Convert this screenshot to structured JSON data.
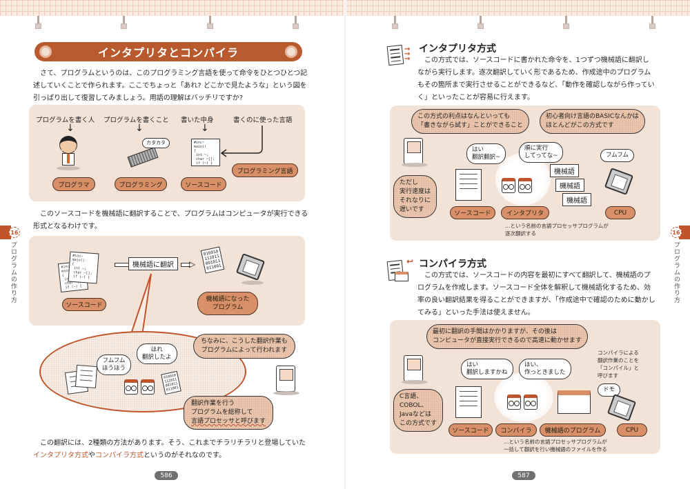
{
  "left_page": {
    "title": "インタプリタとコンパイラ",
    "intro": "さて、プログラムというのは、このプログラミング言語を使って命令をひとつひとつ記述していくことで作られます。ここでちょっと「あれ? どこかで見たような」という図を引っぱり出して復習してみましょう。用語の理解はバッチリですか?",
    "diagram1": {
      "captions": [
        "プログラムを書く人",
        "プログラムを書くこと",
        "書いた中身",
        "書くのに使った言語"
      ],
      "labels": [
        "プログラマ",
        "プログラミング",
        "ソースコード",
        "プログラミング言語"
      ],
      "keyboard_sound": "カタカタ",
      "code_sample": "#inc~\nmain()\n{\n int ~;\n char ~[];\n if (~) {"
    },
    "para2": "このソースコードを機械語に翻訳することで、プログラムはコンピュータが実行できる形式となるわけです。",
    "diagram2": {
      "source_label": "ソースコード",
      "translate_label": "機械語に翻訳",
      "result_label_line1": "機械語になった",
      "result_label_line2": "プログラム",
      "bits": "010010\n111011\n001011\n011001"
    },
    "balloon": {
      "robot1_says_line1": "フムフム",
      "robot1_says_line2": "ほうほう",
      "robot2_says_line1": "ほれ",
      "robot2_says_line2": "翻訳したよ",
      "mac_says_line1": "ちなみに、こうした翻訳作業も",
      "mac_says_line2": "プログラムによって行われます",
      "note_line1": "翻訳作業を行う",
      "note_line2": "プログラムを総称して",
      "note_line3": "言語プロセッサと呼びます"
    },
    "para3_before": "この翻訳には、2種類の方法があります。そう、これまでチラリチラリと登場していた",
    "para3_hl1": "インタプリタ方式",
    "para3_mid": "や",
    "para3_hl2": "コンパイラ方式",
    "para3_after": "というのがそれなのです。",
    "page_number": "586",
    "side_tab": {
      "chapter": "16",
      "label": "プログラムの作り方"
    }
  },
  "right_page": {
    "interpreter": {
      "heading": "インタプリタ方式",
      "body": "この方式では、ソースコードに書かれた命令を、1つずつ機械語に翻訳しながら実行します。逐次翻訳していく形であるため、作成途中のプログラムもその箇所まで実行させることができるなど、「動作を確認しながら作っていく」といったことが容易に行えます。",
      "bubble_left_line1": "この方式の利点はなんといっても",
      "bubble_left_line2": "「書きながら試す」ことができること",
      "bubble_right_line1": "初心者向け言語のBASICなんかは",
      "bubble_right_line2": "ほとんどがこの方式です",
      "mac_note": [
        "ただし",
        "実行速度は",
        "それなりに",
        "遅いです"
      ],
      "robot1_says_line1": "はい",
      "robot1_says_line2": "翻訳翻訳~",
      "robot2_says_line1": "順に実行",
      "robot2_says_line2": "してってな~",
      "cpu_says": "フムフム",
      "machine_code_label": "機械語",
      "labels": [
        "ソースコード",
        "インタプリタ",
        "CPU"
      ],
      "caption_line1": "…という名前の言語プロセッサプログラムが",
      "caption_line2": "逐次翻訳する"
    },
    "compiler": {
      "heading": "コンパイラ方式",
      "body": "この方式では、ソースコードの内容を最初にすべて翻訳して、機械語のプログラムを作成します。ソースコード全体を解釈して機械語化するため、効率の良い翻訳結果を得ることができますが、「作成途中で確認のために動かしてみる」といった手法は使えません。",
      "bubble_line1": "最初に翻訳の手間はかかりますが、その後は",
      "bubble_line2": "コンピュータが直接実行できるので高速に動かせます",
      "mac_note": [
        "C言語、",
        "COBOL、",
        "Javaなどは",
        "この方式です"
      ],
      "robot1_says_line1": "はい",
      "robot1_says_line2": "翻訳しますかね",
      "robot2_says_line1": "ほい、",
      "robot2_says_line2": "作っときました",
      "cpu_says": "ドモ",
      "side_note": [
        "コンパイラによる",
        "翻訳作業のことを",
        "「コンパイル」と",
        "呼びます"
      ],
      "labels": [
        "ソースコード",
        "コンパイラ",
        "機械語のプログラム",
        "CPU"
      ],
      "caption_line1": "…という名前の言語プロセッサプログラムが",
      "caption_line2": "一括して翻訳を行い機械語のファイルを作る"
    },
    "page_number": "587",
    "side_tab": {
      "chapter": "16",
      "label": "プログラムの作り方"
    }
  },
  "colors": {
    "accent": "#c0542a",
    "panel": "#f3e2d6",
    "label_fill": "#d98f68",
    "grid": "#faebe0"
  }
}
